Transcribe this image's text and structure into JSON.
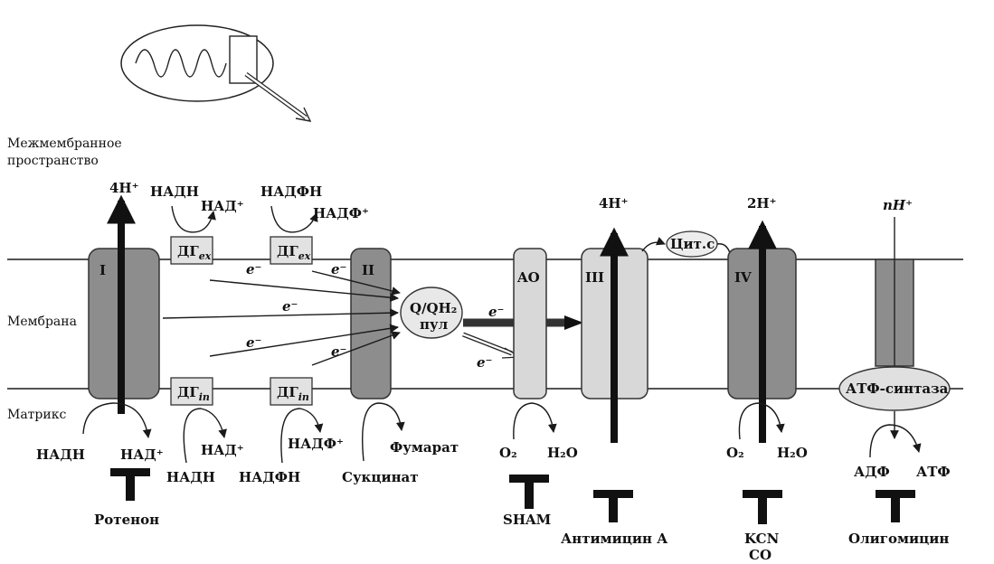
{
  "regions": {
    "intermembrane": "Межмембранное пространство",
    "membrane": "Мембрана",
    "matrix": "Матрикс"
  },
  "complexes": {
    "c1": "I",
    "c2": "II",
    "ao": "AO",
    "c3": "III",
    "c4": "IV",
    "pool_line1": "Q/QH₂",
    "pool_line2": "пул",
    "cytc": "Цит.c",
    "atp_synthase": "АТФ-синтаза"
  },
  "dehydrogenases": {
    "dg_ex1": "ДГ",
    "dg_ex1_sub": "ex",
    "dg_ex2": "ДГ",
    "dg_ex2_sub": "ex",
    "dg_in1": "ДГ",
    "dg_in1_sub": "in",
    "dg_in2": "ДГ",
    "dg_in2_sub": "in"
  },
  "protons": {
    "h1": "4H⁺",
    "h3": "4H⁺",
    "h4": "2H⁺",
    "h5": "nH⁺"
  },
  "electrons": {
    "e": "e⁻"
  },
  "substrates": {
    "nadh_top1": "НАДН",
    "nad_top1": "НАД⁺",
    "nadph_top": "НАДФН",
    "nadp_top": "НАДФ⁺",
    "nadh_c1": "НАДН",
    "nad_c1": "НАД⁺",
    "nad_in1": "НАД⁺",
    "nadh_in1": "НАДН",
    "nadp_in2": "НАДФ⁺",
    "nadph_in2": "НАДФН",
    "succinate": "Сукцинат",
    "fumarate": "Фумарат",
    "o2_ao": "O₂",
    "h2o_ao": "H₂O",
    "o2_c4": "O₂",
    "h2o_c4": "H₂O",
    "adp": "АДФ",
    "atp": "АТФ"
  },
  "inhibitors": {
    "rotenone": "Ротенон",
    "sham": "SHAM",
    "antimycin": "Антимицин А",
    "kcn": "KCN",
    "co": "CO",
    "oligomycin": "Олигомицин"
  }
}
